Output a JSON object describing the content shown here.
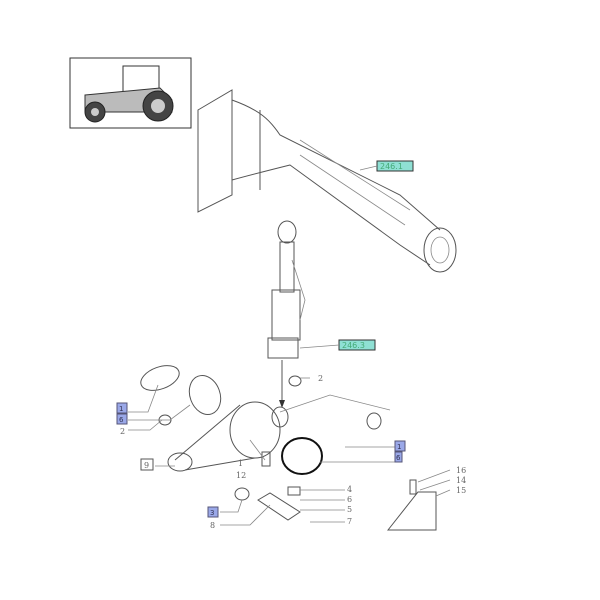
{
  "diagram": {
    "thumbnail": "tractor-icon",
    "references": [
      {
        "text": "246.1"
      },
      {
        "text": "246.3"
      }
    ],
    "highlighted_callouts": [
      {
        "text": "1"
      },
      {
        "text": "6"
      },
      {
        "text": "3"
      },
      {
        "text": "1"
      },
      {
        "text": "6"
      }
    ],
    "callouts": [
      "2",
      "2",
      "9",
      "8",
      "1",
      "12",
      "4",
      "6",
      "5",
      "7",
      "16",
      "14",
      "15"
    ],
    "colors": {
      "reference_box": "#8fe0d4",
      "highlight_box": "#9aa8e8",
      "line": "#555555"
    }
  }
}
